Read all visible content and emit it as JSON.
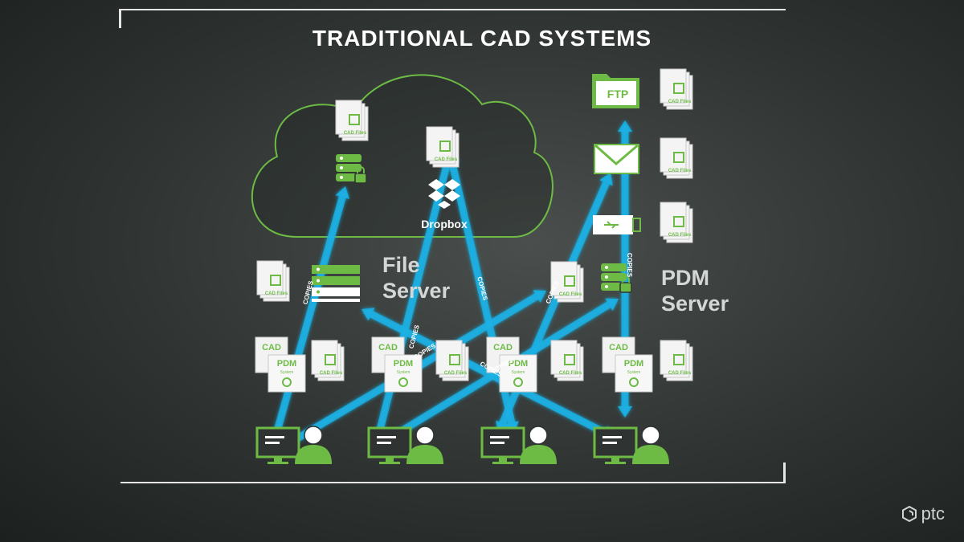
{
  "title": "TRADITIONAL CAD SYSTEMS",
  "file_server_label": [
    "File",
    "Server"
  ],
  "pdm_server_label": [
    "PDM",
    "Server"
  ],
  "dropbox_label": "Dropbox",
  "ftp_label": "FTP",
  "doc_label": "CAD Files",
  "cad_label": "CAD",
  "pdm_label": "PDM",
  "pdm_sub_label": "System",
  "copies_label": "COPIES",
  "brand": "ptc",
  "colors": {
    "accent_green": "#6dbb45",
    "arrow_blue": "#1ab0e4",
    "background": "#2f3432"
  }
}
